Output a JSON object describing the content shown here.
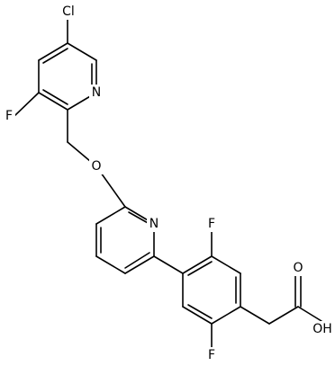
{
  "molecule": {
    "atoms": {
      "cl": "Cl",
      "f_pyridine": "F",
      "n_pyridine_top": "N",
      "o_ether": "O",
      "n_pyridine_mid": "N",
      "f_phenyl_top": "F",
      "f_phenyl_bottom": "F",
      "o_carbonyl": "O",
      "oh": "OH"
    }
  }
}
